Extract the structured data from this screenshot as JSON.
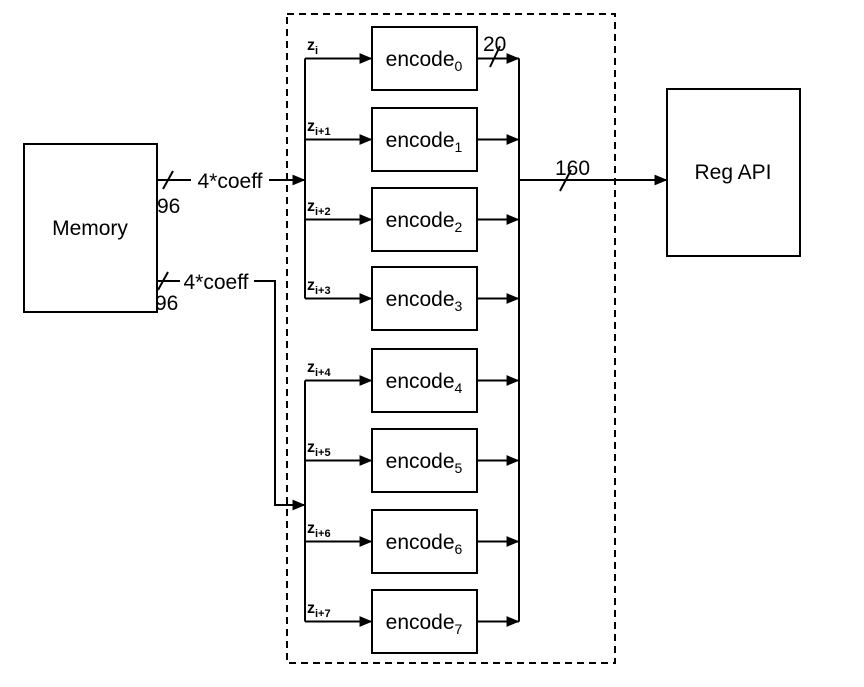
{
  "diagram": {
    "memory": {
      "label": "Memory"
    },
    "reg_api": {
      "label": "Reg API"
    },
    "bus_top": {
      "label": "4*coeff",
      "width": "96"
    },
    "bus_bottom": {
      "label": "4*coeff",
      "width": "96"
    },
    "encoder_output_width": "20",
    "result_bus_width": "160",
    "encoders": [
      {
        "name": "encode",
        "sub": "0",
        "input": "z",
        "input_sub": "i"
      },
      {
        "name": "encode",
        "sub": "1",
        "input": "z",
        "input_sub": "i+1"
      },
      {
        "name": "encode",
        "sub": "2",
        "input": "z",
        "input_sub": "i+2"
      },
      {
        "name": "encode",
        "sub": "3",
        "input": "z",
        "input_sub": "i+3"
      },
      {
        "name": "encode",
        "sub": "4",
        "input": "z",
        "input_sub": "i+4"
      },
      {
        "name": "encode",
        "sub": "5",
        "input": "z",
        "input_sub": "i+5"
      },
      {
        "name": "encode",
        "sub": "6",
        "input": "z",
        "input_sub": "i+6"
      },
      {
        "name": "encode",
        "sub": "7",
        "input": "z",
        "input_sub": "i+7"
      }
    ],
    "colors": {
      "line": "#000000",
      "background": "#ffffff"
    }
  }
}
